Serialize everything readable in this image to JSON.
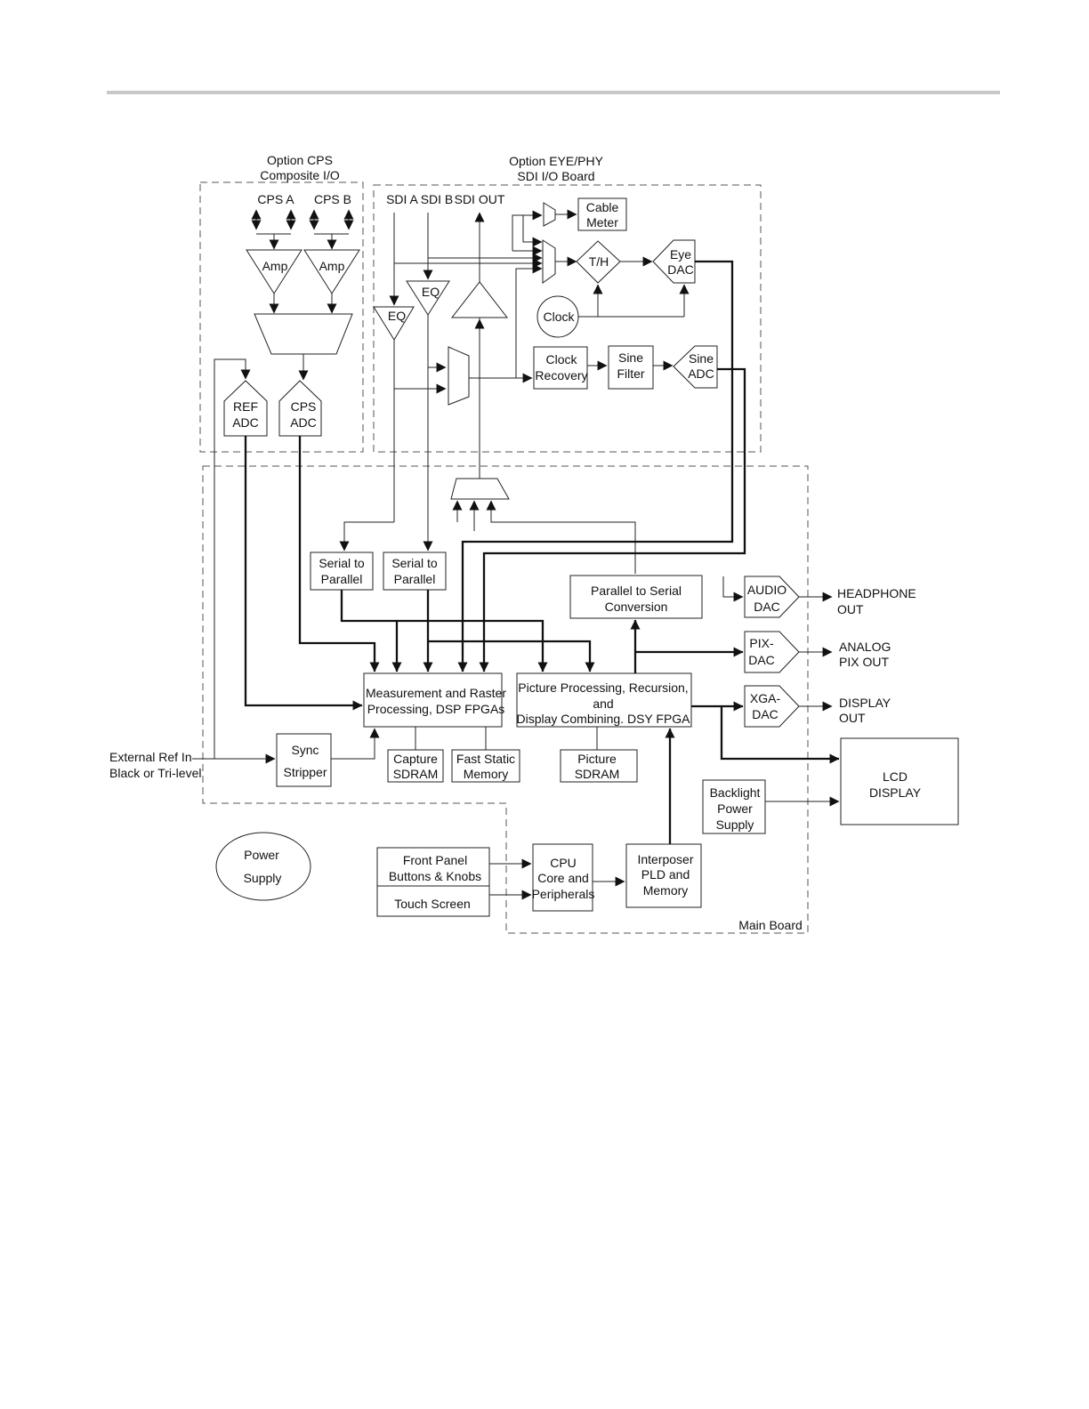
{
  "regions": {
    "cps_title": [
      "Option CPS",
      "Composite I/O"
    ],
    "eye_title": [
      "Option EYE/PHY",
      "SDI I/O Board"
    ],
    "main_label": "Main Board"
  },
  "io_labels": {
    "cps_a": "CPS A",
    "cps_b": "CPS B",
    "sdi_a": "SDI A",
    "sdi_b": "SDI B",
    "sdi_out": "SDI OUT",
    "ext_ref": [
      "External Ref In",
      "Black or Tri-level"
    ],
    "headphone_out": [
      "HEADPHONE",
      "OUT"
    ],
    "analog_pix_out": [
      "ANALOG",
      "PIX OUT"
    ],
    "display_out": [
      "DISPLAY",
      "OUT"
    ]
  },
  "blocks": {
    "amp_a": "Amp",
    "amp_b": "Amp",
    "ref_adc": [
      "REF",
      "ADC"
    ],
    "cps_adc": [
      "CPS",
      "ADC"
    ],
    "eq_a": "EQ",
    "eq_b": "EQ",
    "cable_meter": [
      "Cable",
      "Meter"
    ],
    "th": "T/H",
    "eye_dac": [
      "Eye",
      "DAC"
    ],
    "clock": "Clock",
    "clock_recovery": [
      "Clock",
      "Recovery"
    ],
    "sine_filter": [
      "Sine",
      "Filter"
    ],
    "sine_adc": [
      "Sine",
      "ADC"
    ],
    "serial_parallel_a": [
      "Serial to",
      "Parallel"
    ],
    "serial_parallel_b": [
      "Serial to",
      "Parallel"
    ],
    "parallel_serial": [
      "Parallel to Serial",
      "Conversion"
    ],
    "audio_dac": [
      "AUDIO",
      "DAC"
    ],
    "pix_dac": [
      "PIX-",
      "DAC"
    ],
    "xga_dac": [
      "XGA-",
      "DAC"
    ],
    "measurement": [
      "Measurement and Raster",
      "Processing, DSP FPGAs"
    ],
    "picture_processing": [
      "Picture Processing, Recursion,",
      "and",
      "Display Combining. DSY FPGA"
    ],
    "sync_stripper": [
      "Sync",
      "Stripper"
    ],
    "capture_sdram": [
      "Capture",
      "SDRAM"
    ],
    "fast_static": [
      "Fast Static",
      "Memory"
    ],
    "picture_sdram": [
      "Picture",
      "SDRAM"
    ],
    "lcd_display": [
      "LCD",
      "DISPLAY"
    ],
    "backlight": [
      "Backlight",
      "Power",
      "Supply"
    ],
    "power_supply": [
      "Power",
      "Supply"
    ],
    "front_panel": [
      "Front Panel",
      "Buttons & Knobs"
    ],
    "touch_screen": "Touch Screen",
    "cpu": [
      "CPU",
      "Core and",
      "Peripherals"
    ],
    "interposer": [
      "Interposer",
      "PLD and",
      "Memory"
    ]
  }
}
